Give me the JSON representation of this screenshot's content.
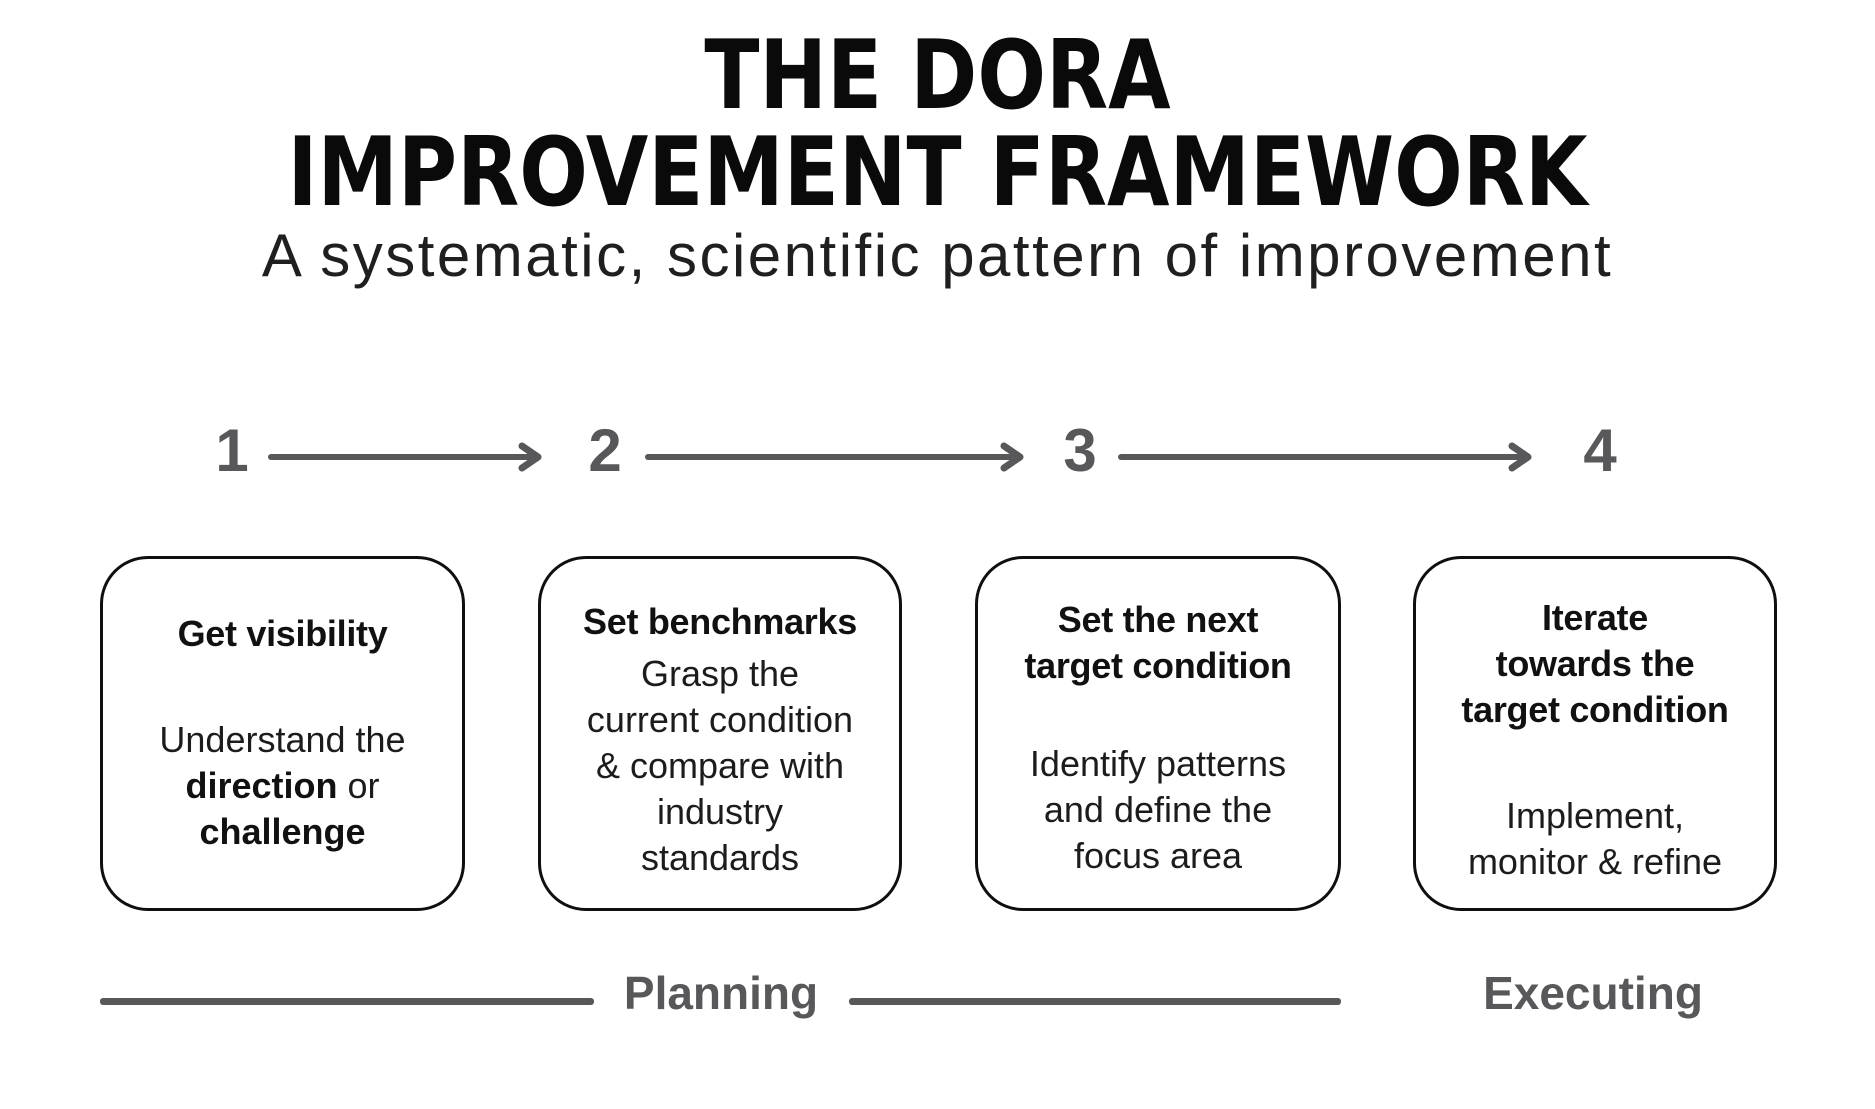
{
  "title": {
    "line1": "THE DORA",
    "line2": "IMPROVEMENT FRAMEWORK"
  },
  "subtitle": "A systematic, scientific pattern of improvement",
  "steps": [
    {
      "number": "1",
      "heading": "Get visibility",
      "body_segments": [
        {
          "text": "Understand the\n",
          "bold": false
        },
        {
          "text": "direction",
          "bold": true
        },
        {
          "text": " or\n",
          "bold": false
        },
        {
          "text": "challenge",
          "bold": true
        }
      ]
    },
    {
      "number": "2",
      "heading": "Set benchmarks",
      "body": "Grasp the\ncurrent condition\n& compare with\nindustry\nstandards"
    },
    {
      "number": "3",
      "heading": "Set the next\ntarget condition",
      "body": "Identify patterns\nand define the\nfocus area"
    },
    {
      "number": "4",
      "heading": "Iterate\ntowards the\ntarget condition",
      "body": "Implement,\nmonitor & refine"
    }
  ],
  "phases": [
    {
      "label": "Planning"
    },
    {
      "label": "Executing"
    }
  ],
  "colors": {
    "text_black": "#0f0f0f",
    "accent_gray": "#58585a",
    "background": "#ffffff"
  }
}
